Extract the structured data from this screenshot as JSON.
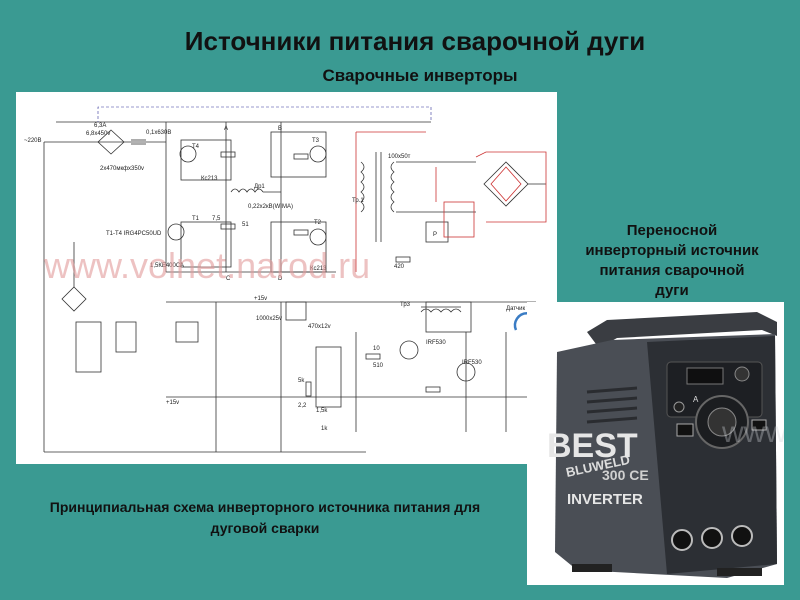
{
  "header": {
    "title": "Источники питания сварочной дуги",
    "subtitle": "Сварочные инверторы"
  },
  "schematic": {
    "watermark": "www.volnet.narod.ru",
    "labels": {
      "mains": "~220В",
      "fuse": "6,3А",
      "cap_input": "6,8х450v",
      "cap_main": "2х470мкфх350v",
      "transistors_note": "Т1-Т4 IRG4PC50UD",
      "t1": "Т1",
      "t2": "Т2",
      "t3": "Т3",
      "t4": "Т4",
      "node_a": "А",
      "node_b": "В",
      "node_c": "С",
      "node_d": "D",
      "res_75": "7,5",
      "res_51": "51",
      "diode_kc213": "Кс213",
      "tvs": "1,5КЕ400СА",
      "choke": "Др1",
      "cap_022": "0,22х2кВ(WIMA)",
      "tr_p": "Тр.1",
      "relay_p": "Р",
      "res_100x50": "100х50т",
      "cap_01": "0,1х630В",
      "plus15_top": "+15v",
      "plus15_bot": "+15v",
      "tr3": "Тр3",
      "irf530_top": "IRF530",
      "irf530_bot": "IRF530",
      "current_sensor": "Датчик тока",
      "cap_1000": "1000х25v",
      "cap_470": "470х12v",
      "res_10": "10",
      "res_510": "510",
      "res_5k": "5k",
      "res_15k": "1,5k",
      "res_1k": "1k",
      "cap_2_2": "2,2",
      "res_420": "420"
    }
  },
  "captions": {
    "side": "Переносной инверторный источник питания сварочной дуги",
    "bottom": "Принципиальная схема инверторного источника питания для дуговой сварки"
  },
  "photo": {
    "brand": "BLUWELD",
    "model": "BEST",
    "model_num": "300 CE",
    "type": "INVERTER",
    "dial_label_a": "A",
    "watermark": "www.volnet.narod.ru"
  }
}
